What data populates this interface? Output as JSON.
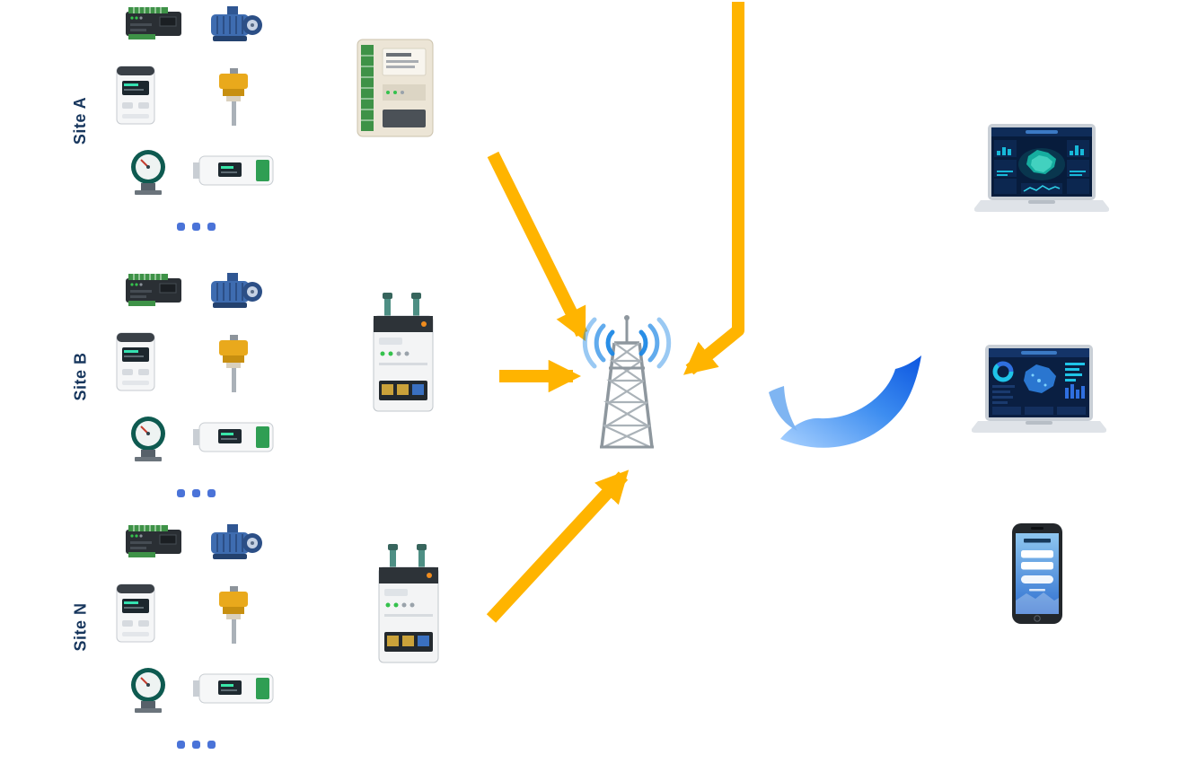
{
  "diagram": {
    "background": "#ffffff"
  },
  "sites": [
    {
      "label": "Site A"
    },
    {
      "label": "Site B"
    },
    {
      "label": "Site N"
    }
  ],
  "site_label_color": "#17365d",
  "field_devices": [
    "plc-icon",
    "motor-icon",
    "controller-icon",
    "pressure-sensor-icon",
    "flow-meter-icon",
    "transmitter-icon",
    "more-devices-ellipsis"
  ],
  "gateways": [
    {
      "type": "din-rail-io-gateway"
    },
    {
      "type": "cellular-router-gateway"
    },
    {
      "type": "cellular-router-gateway"
    }
  ],
  "network": {
    "tower": "cellular-base-station",
    "radio_wave_color": "#1e88e5",
    "uplink_arrow_color": "#ffb400",
    "cloud_swoosh_colors": [
      "#aad2ff",
      "#0b55e0"
    ]
  },
  "terminals": [
    {
      "type": "laptop-dashboard-dark"
    },
    {
      "type": "laptop-dashboard-charts"
    },
    {
      "type": "smartphone-login-app"
    }
  ]
}
